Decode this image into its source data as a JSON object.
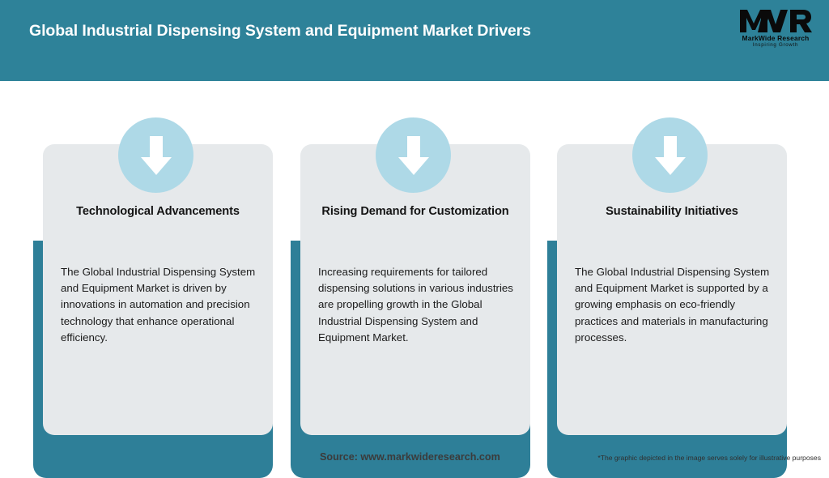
{
  "header": {
    "title": "Global Industrial Dispensing System and Equipment Market Drivers",
    "background_color": "#2e8299",
    "title_color": "#ffffff"
  },
  "logo": {
    "mark": "MWR",
    "name": "MarkWide Research",
    "tagline": "Inspiring Growth"
  },
  "theme": {
    "accent_teal": "#2e7f98",
    "card_gray": "#e6e9eb",
    "circle_blue": "#aed9e7",
    "arrow_white": "#ffffff"
  },
  "cards": [
    {
      "icon": "down-arrow-icon",
      "title": "Technological Advancements",
      "body": "The Global Industrial Dispensing System and Equipment Market is driven by innovations in automation and precision technology that enhance operational efficiency."
    },
    {
      "icon": "down-arrow-icon",
      "title": "Rising Demand for Customization",
      "body": "Increasing requirements for tailored dispensing solutions in various industries are propelling growth in the Global Industrial Dispensing System and Equipment Market."
    },
    {
      "icon": "down-arrow-icon",
      "title": "Sustainability Initiatives",
      "body": "The Global Industrial Dispensing System and Equipment Market is supported by a growing emphasis on eco-friendly practices and materials in manufacturing processes."
    }
  ],
  "footer": {
    "source": "Source: www.markwideresearch.com",
    "disclaimer": "*The graphic depicted in the image serves solely for illustrative purposes"
  }
}
